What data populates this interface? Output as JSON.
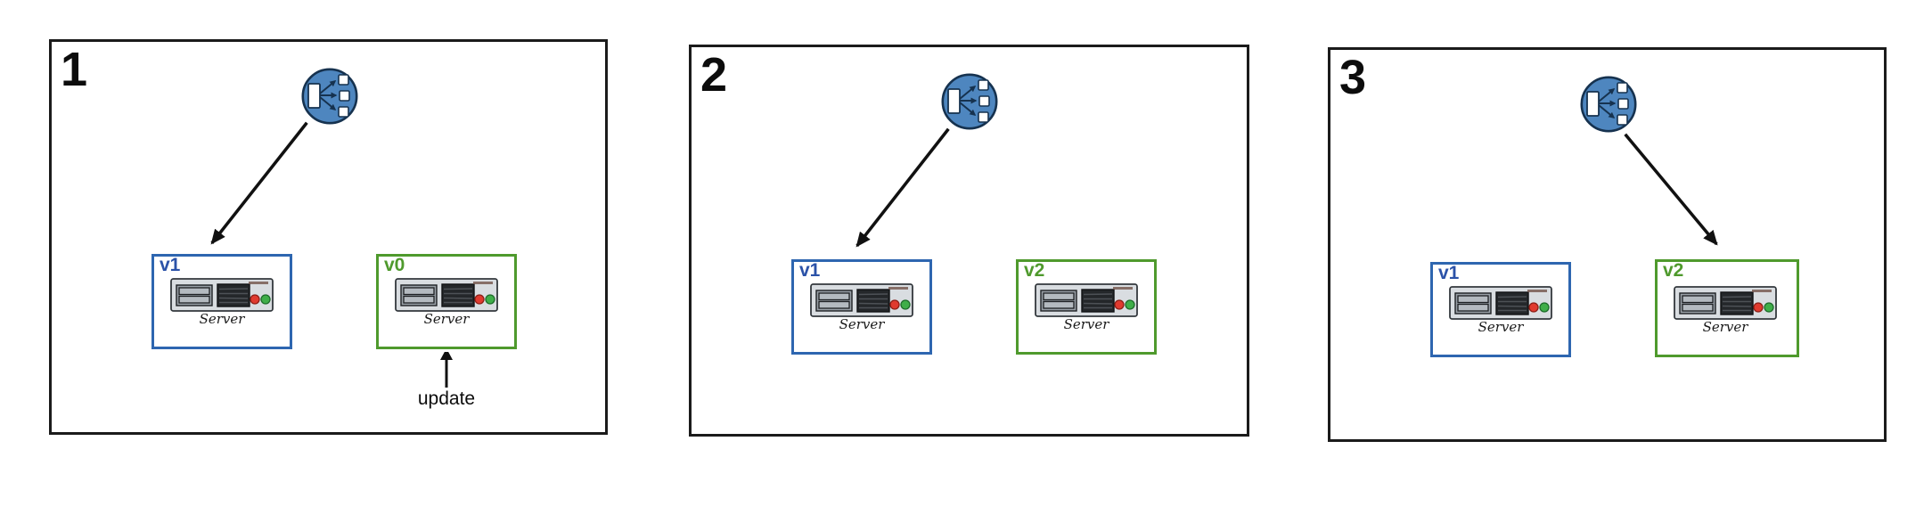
{
  "diagram": {
    "kind": "rolling-update-deployment-steps",
    "colors": {
      "panel_border": "#1b1b1b",
      "blue_box_border": "#2e66b0",
      "green_box_border": "#4f9a2d",
      "blue_version_text": "#2b52a8",
      "green_version_text": "#4f9a2d",
      "load_balancer_fill": "#4e86bf",
      "load_balancer_outline": "#16324f",
      "server_chassis": "#d9dde1",
      "led_red": "#e03a2f",
      "led_green": "#3fae49",
      "arrow_color": "#111111"
    },
    "panels": [
      {
        "number": "1",
        "load_balancer_icon": "load-balancer-icon",
        "traffic_arrow_target": "v1",
        "servers": [
          {
            "version": "v1",
            "color_name": "blue",
            "label": "Server"
          },
          {
            "version": "v0",
            "color_name": "green",
            "label": "Server"
          }
        ],
        "annotation": {
          "text": "update",
          "points_to": "v0"
        }
      },
      {
        "number": "2",
        "load_balancer_icon": "load-balancer-icon",
        "traffic_arrow_target": "v1",
        "servers": [
          {
            "version": "v1",
            "color_name": "blue",
            "label": "Server"
          },
          {
            "version": "v2",
            "color_name": "green",
            "label": "Server"
          }
        ]
      },
      {
        "number": "3",
        "load_balancer_icon": "load-balancer-icon",
        "traffic_arrow_target": "v2",
        "servers": [
          {
            "version": "v1",
            "color_name": "blue",
            "label": "Server"
          },
          {
            "version": "v2",
            "color_name": "green",
            "label": "Server"
          }
        ]
      }
    ]
  }
}
